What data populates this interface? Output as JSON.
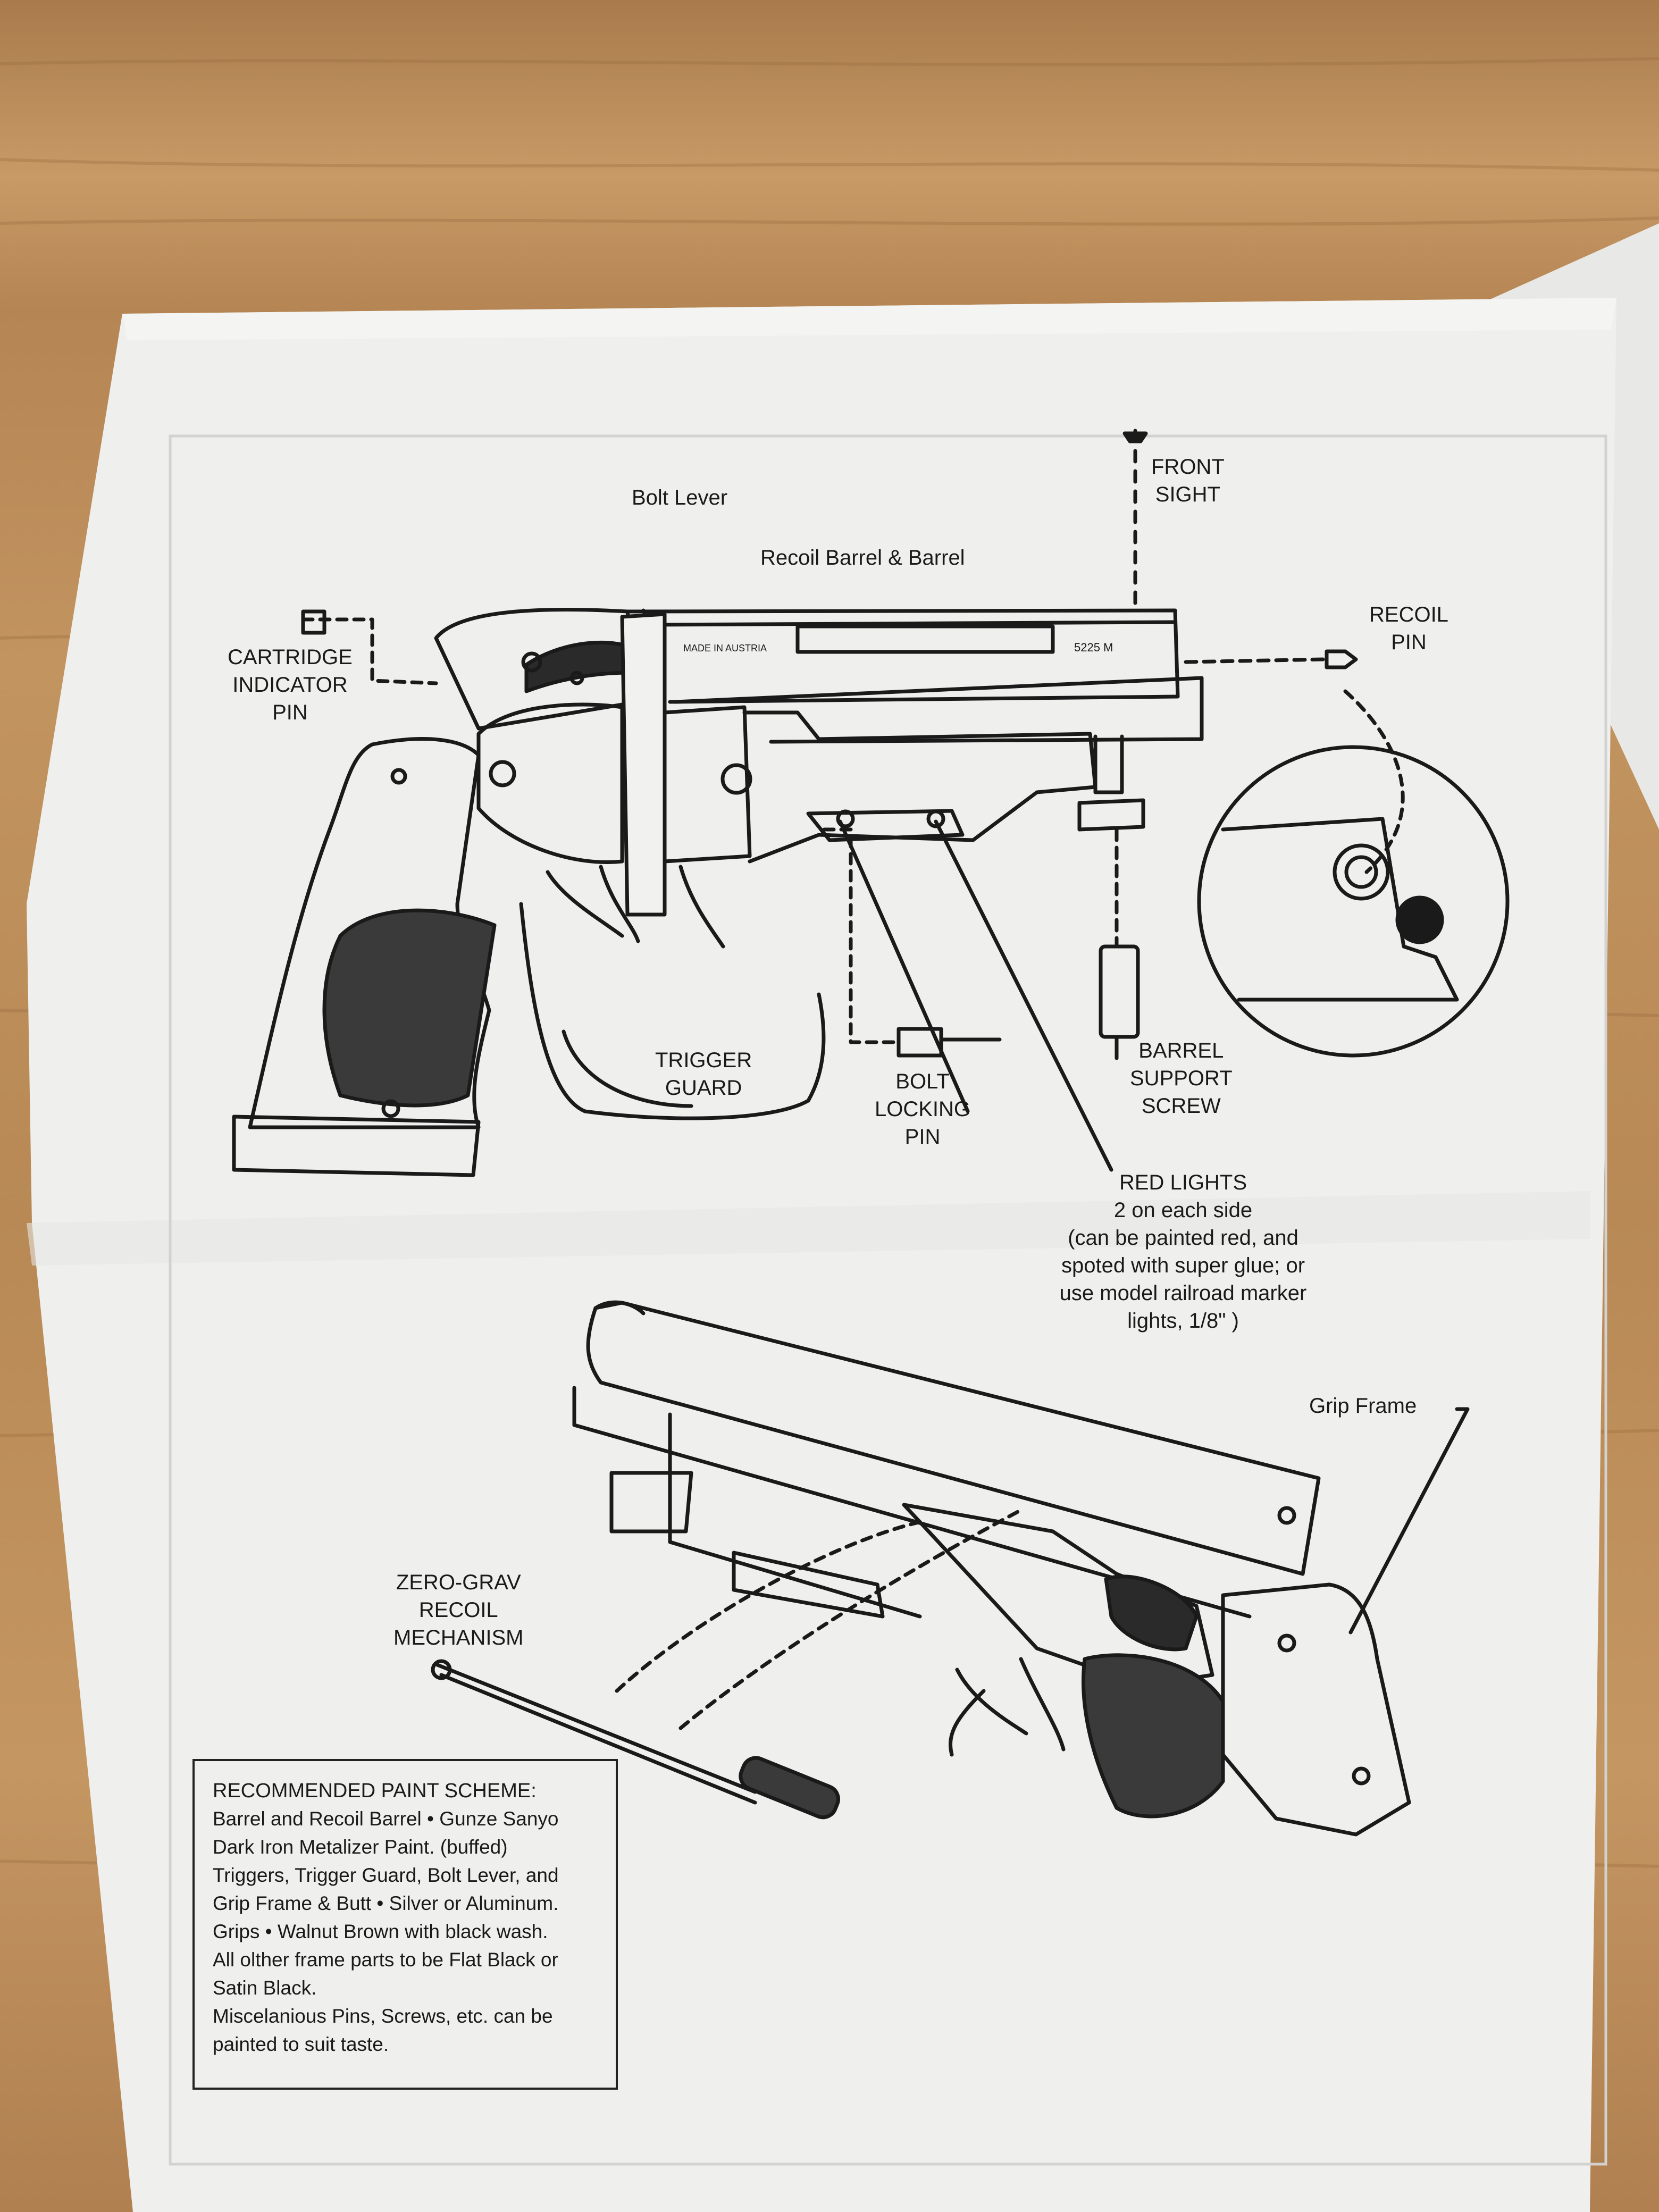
{
  "labels": {
    "bolt_lever": "Bolt Lever",
    "front_sight": [
      "FRONT",
      "SIGHT"
    ],
    "recoil_barrel": "Recoil Barrel & Barrel",
    "recoil_pin": [
      "RECOIL",
      "PIN"
    ],
    "cartridge_indicator_pin": [
      "CARTRIDGE",
      "INDICATOR",
      "PIN"
    ],
    "made_in": "MADE IN AUSTRIA",
    "serial": "5225 M",
    "trigger_guard": [
      "TRIGGER",
      "GUARD"
    ],
    "bolt_locking_pin": [
      "BOLT",
      "LOCKING",
      "PIN"
    ],
    "barrel_support_screw": [
      "BARREL",
      "SUPPORT",
      "SCREW"
    ],
    "red_lights": [
      "RED LIGHTS",
      "2 on each side",
      "(can be painted red, and",
      "spoted with super glue; or",
      "use model railroad  marker",
      "lights, 1/8\" )"
    ],
    "grip_frame": "Grip Frame",
    "zero_grav": [
      "ZERO-GRAV",
      "RECOIL",
      "MECHANISM"
    ]
  },
  "paint_scheme": {
    "title": "RECOMMENDED PAINT SCHEME:",
    "lines": [
      "Barrel and Recoil Barrel • Gunze Sanyo",
      "Dark Iron Metalizer Paint.  (buffed)",
      "Triggers, Trigger Guard, Bolt Lever, and",
      "Grip Frame & Butt • Silver or Aluminum.",
      "Grips • Walnut Brown with black wash.",
      "All olther frame parts to be Flat Black or",
      "Satin Black.",
      "Miscelanious Pins, Screws, etc. can be",
      "painted to suit taste."
    ]
  },
  "colors": {
    "wood": "#b98a58",
    "paper": "#f1f1ef",
    "ink": "#1a1a1a"
  }
}
